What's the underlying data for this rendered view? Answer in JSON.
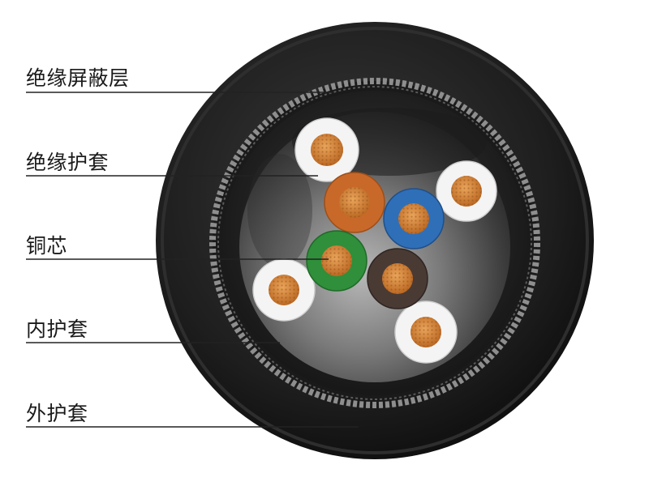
{
  "labels": {
    "shield": "绝缘屏蔽层",
    "insulation": "绝缘护套",
    "copper_core": "铜芯",
    "inner_sheath": "内护套",
    "outer_sheath": "外护套"
  },
  "colors": {
    "outer_sheath": "#1c1c1c",
    "inner_sheath": "#2a2a2a",
    "shield_braid": "#9a9a9a",
    "filler": "#6e6e6e",
    "copper": "#d2823a",
    "insulation_white": "#f4f4f4",
    "insulation_orange": "#c8692a",
    "insulation_blue": "#2f6fb8",
    "insulation_green": "#2f8f3a",
    "insulation_brown": "#4a3a34",
    "leader_line": "#222222",
    "label_text": "#1a1a1a"
  },
  "conductors": [
    {
      "name": "white-conductor-top-left",
      "insulation": "insulation_white"
    },
    {
      "name": "white-conductor-right",
      "insulation": "insulation_white"
    },
    {
      "name": "white-conductor-left",
      "insulation": "insulation_white"
    },
    {
      "name": "white-conductor-bottom",
      "insulation": "insulation_white"
    },
    {
      "name": "orange-conductor",
      "insulation": "insulation_orange"
    },
    {
      "name": "blue-conductor",
      "insulation": "insulation_blue"
    },
    {
      "name": "green-conductor",
      "insulation": "insulation_green"
    },
    {
      "name": "brown-conductor",
      "insulation": "insulation_brown"
    }
  ]
}
